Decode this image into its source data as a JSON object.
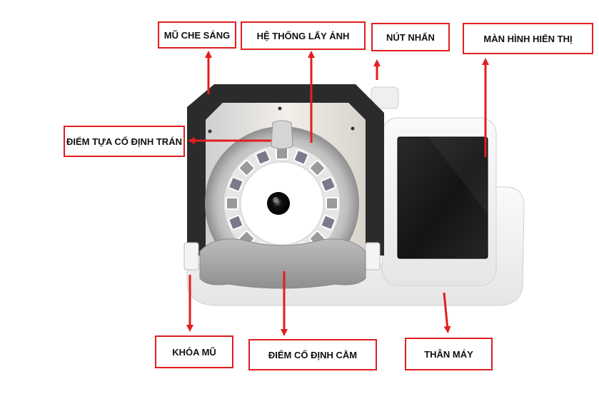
{
  "labels": {
    "mu_che_sang": "MŨ CHE SÁNG",
    "he_thong_lay_anh": "HỆ THỐNG LẤY ẢNH",
    "nut_nhan": "NÚT NHẤN",
    "man_hinh_hien_thi": "MÀN HÌNH HIỂN THỊ",
    "diem_tua_co_dinh_tran": "ĐIỂM TỰA CỐ ĐỊNH TRÁN",
    "khoa_mu": "KHÓA MŨ",
    "diem_co_dinh_cam": "ĐIỂM CỐ ĐỊNH CẰM",
    "than_may": "THÂN MÁY"
  },
  "colors": {
    "callout_red": "#e21e1e",
    "hood_black": "#2b2b2b",
    "body_white": "#f3f3f3",
    "screen_dark": "#1c1c1c"
  },
  "led_ring_count": 16
}
